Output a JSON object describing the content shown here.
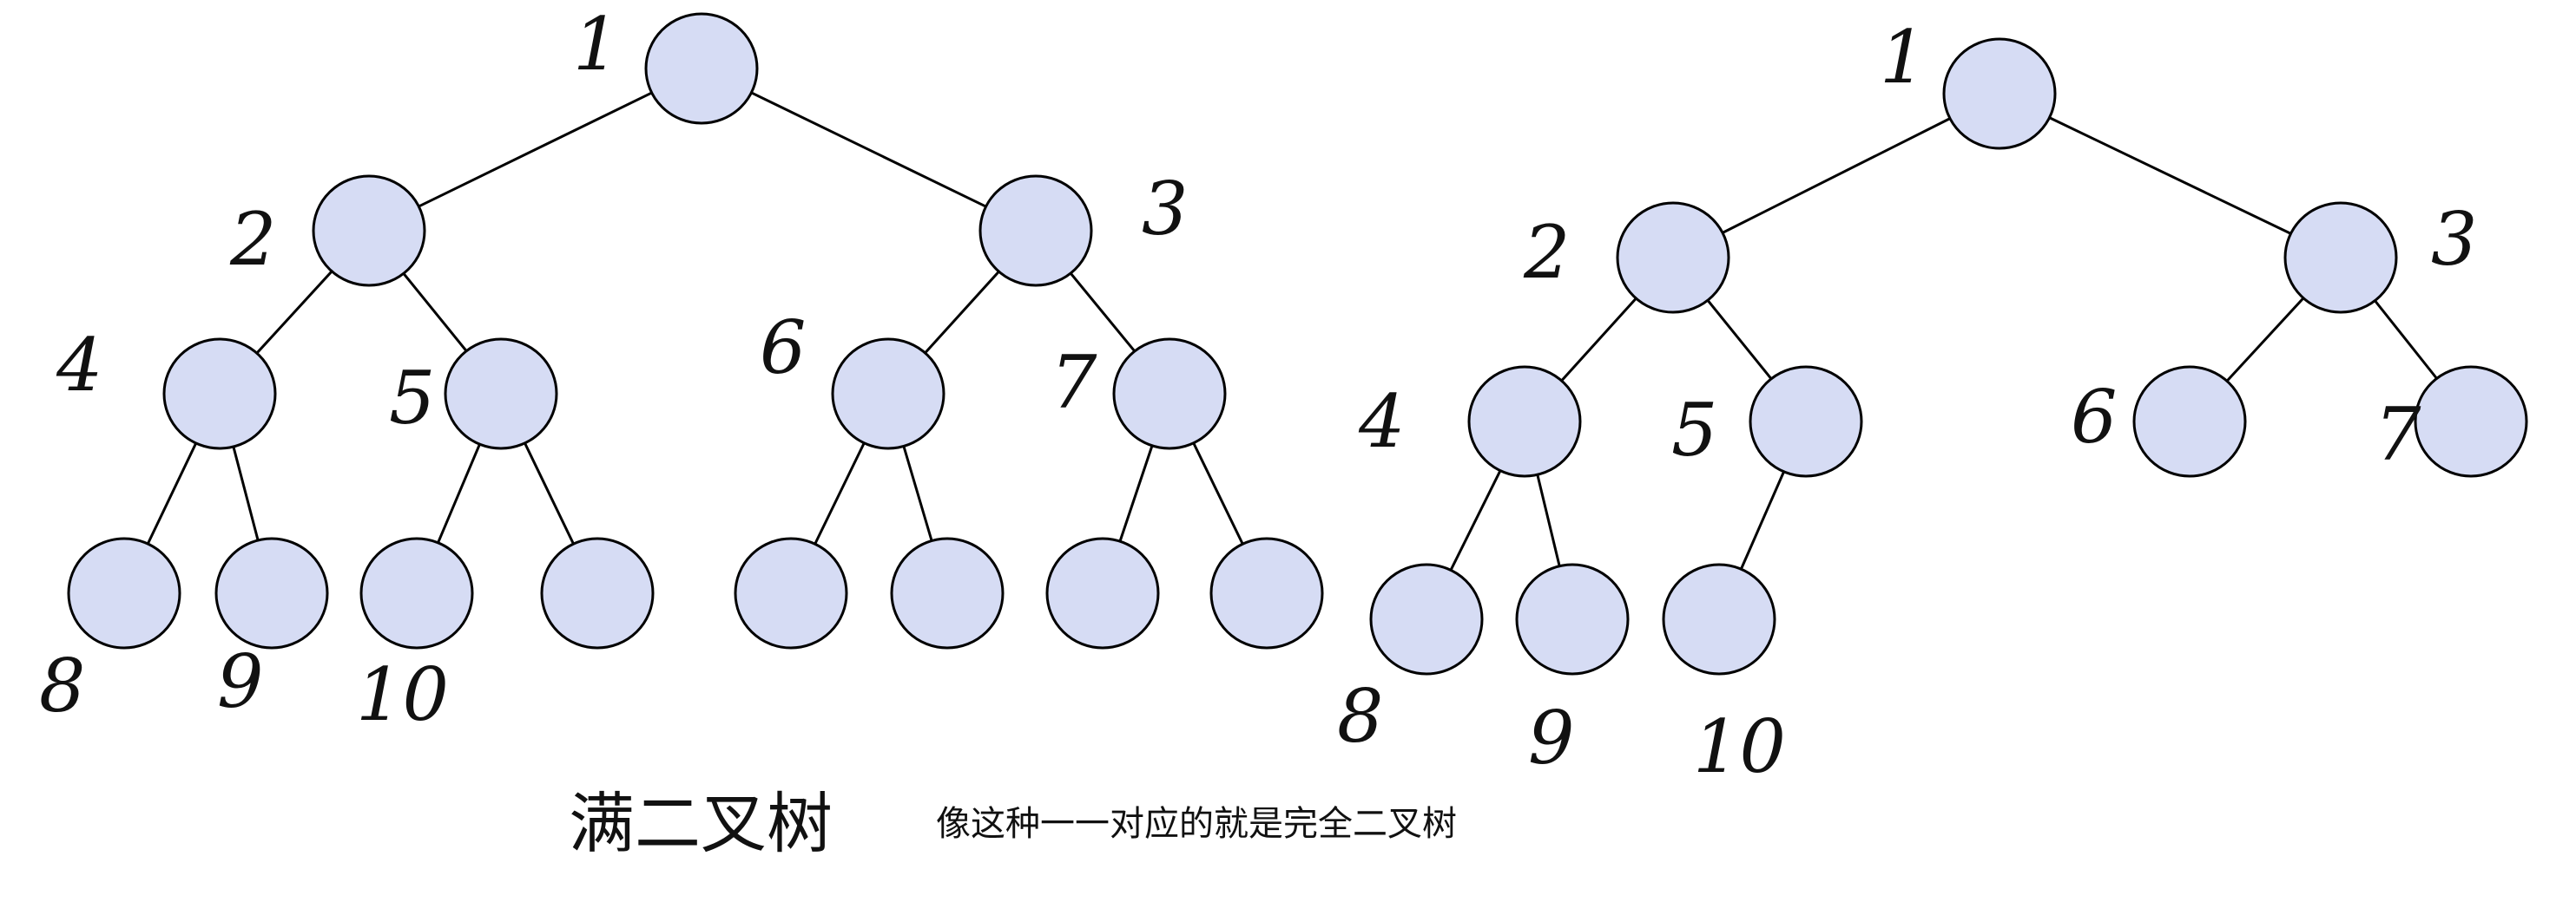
{
  "colors": {
    "node_fill": "#d6dcf4",
    "node_stroke": "#000000",
    "edge": "#000000",
    "text": "#111111"
  },
  "captions": {
    "full_tree": "满二叉树",
    "complete_tree_note": "像这种一一对应的就是完全二叉树"
  },
  "trees": [
    {
      "id": "full-binary-tree",
      "nodes": [
        {
          "id": "a1",
          "label": "1"
        },
        {
          "id": "a2",
          "label": "2"
        },
        {
          "id": "a3",
          "label": "3"
        },
        {
          "id": "a4",
          "label": "4"
        },
        {
          "id": "a5",
          "label": "5"
        },
        {
          "id": "a6",
          "label": "6"
        },
        {
          "id": "a7",
          "label": "7"
        },
        {
          "id": "a8",
          "label": "8"
        },
        {
          "id": "a9",
          "label": "9"
        },
        {
          "id": "a10",
          "label": "10"
        },
        {
          "id": "a11",
          "label": ""
        },
        {
          "id": "a12",
          "label": ""
        },
        {
          "id": "a13",
          "label": ""
        },
        {
          "id": "a14",
          "label": ""
        },
        {
          "id": "a15",
          "label": ""
        }
      ],
      "edges": [
        [
          "a1",
          "a2"
        ],
        [
          "a1",
          "a3"
        ],
        [
          "a2",
          "a4"
        ],
        [
          "a2",
          "a5"
        ],
        [
          "a3",
          "a6"
        ],
        [
          "a3",
          "a7"
        ],
        [
          "a4",
          "a8"
        ],
        [
          "a4",
          "a9"
        ],
        [
          "a5",
          "a10"
        ],
        [
          "a5",
          "a11"
        ],
        [
          "a6",
          "a12"
        ],
        [
          "a6",
          "a13"
        ],
        [
          "a7",
          "a14"
        ],
        [
          "a7",
          "a15"
        ]
      ]
    },
    {
      "id": "complete-binary-tree",
      "nodes": [
        {
          "id": "b1",
          "label": "1"
        },
        {
          "id": "b2",
          "label": "2"
        },
        {
          "id": "b3",
          "label": "3"
        },
        {
          "id": "b4",
          "label": "4"
        },
        {
          "id": "b5",
          "label": "5"
        },
        {
          "id": "b6",
          "label": "6"
        },
        {
          "id": "b7",
          "label": "7"
        },
        {
          "id": "b8",
          "label": "8"
        },
        {
          "id": "b9",
          "label": "9"
        },
        {
          "id": "b10",
          "label": "10"
        }
      ],
      "edges": [
        [
          "b1",
          "b2"
        ],
        [
          "b1",
          "b3"
        ],
        [
          "b2",
          "b4"
        ],
        [
          "b2",
          "b5"
        ],
        [
          "b3",
          "b6"
        ],
        [
          "b3",
          "b7"
        ],
        [
          "b4",
          "b8"
        ],
        [
          "b4",
          "b9"
        ],
        [
          "b5",
          "b10"
        ]
      ]
    }
  ]
}
